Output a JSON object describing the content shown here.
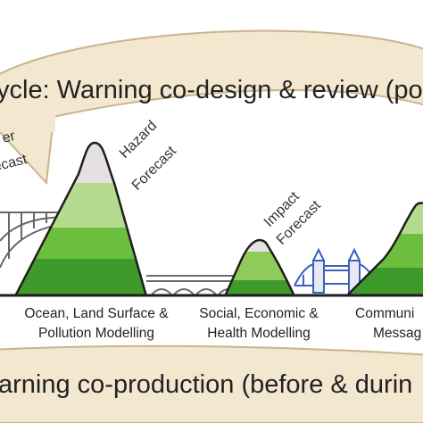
{
  "top_banner": {
    "text": "ycle: Warning co-design & review (po"
  },
  "bottom_banner": {
    "text": "arning co-production (before & durin"
  },
  "peaks": {
    "left_partial_line1": "er",
    "left_partial_line2": "ecast",
    "hazard_line1": "Hazard",
    "hazard_line2": "Forecast",
    "impact_line1": "Impact",
    "impact_line2": "Forecast"
  },
  "captions": {
    "ocean_line1": "Ocean, Land Surface &",
    "ocean_line2": "Pollution Modelling",
    "social_line1": "Social, Economic &",
    "social_line2": "Health Modelling",
    "comm_line1": "Communi",
    "comm_line2": "Messag"
  },
  "colors": {
    "banner_fill": "#f3e7cf",
    "banner_stroke": "#c9b48a",
    "mountain_dark": "#3f9a2c",
    "mountain_mid": "#6cbf3e",
    "mountain_light": "#b5dc8e",
    "snow": "#e5e1e1",
    "bridge_steel": "#3d5fbf"
  }
}
